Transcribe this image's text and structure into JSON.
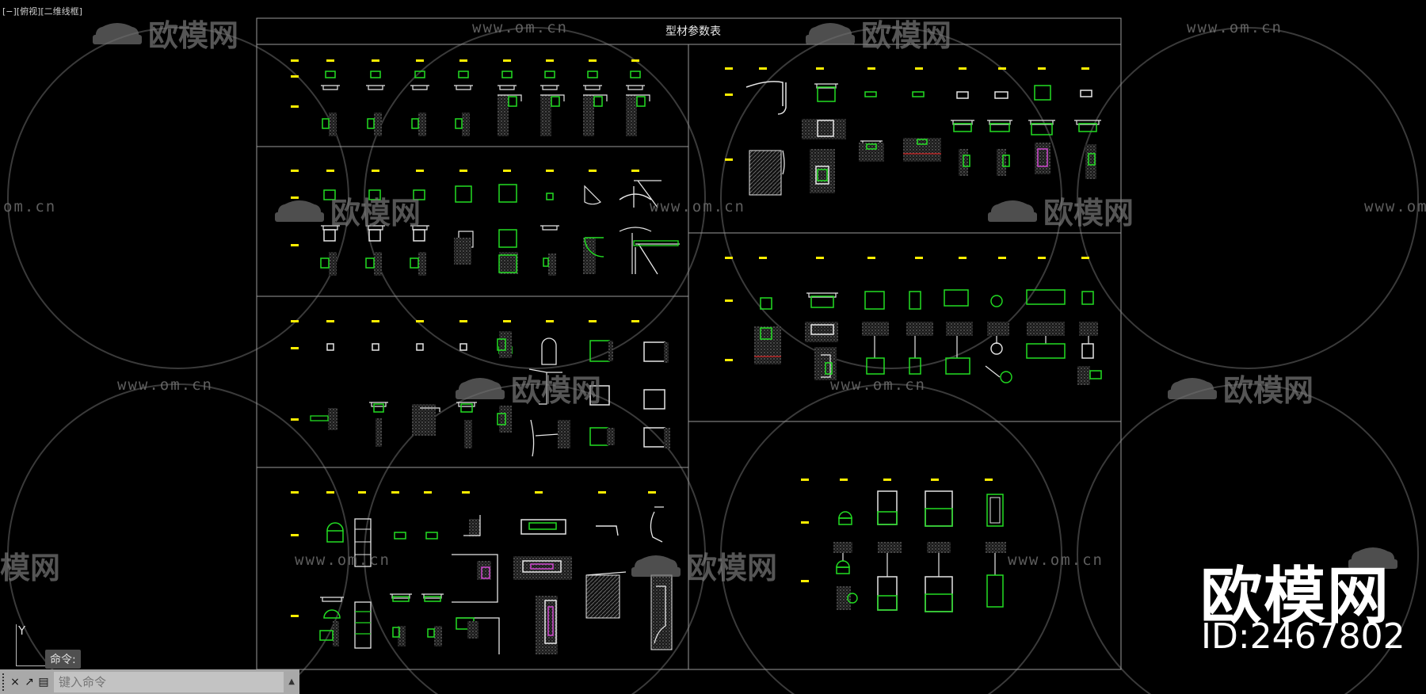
{
  "viewport": {
    "view_label": "[−][俯视][二维线框]",
    "axis_y_label": "Y",
    "table_title": "型材参数表"
  },
  "watermark": {
    "url": "www.om.cn",
    "url_partial": "om.cn",
    "logo_text": "欧模网",
    "logo_partial_left": "模网"
  },
  "brand": {
    "name": "欧模网",
    "id": "ID:2467802"
  },
  "command": {
    "history_label": "命令:",
    "placeholder": "键入命令",
    "close_glyph": "×",
    "wrench_glyph": "↗",
    "prompt_glyph": "▤",
    "dropdown_glyph": "▲"
  },
  "colors": {
    "background": "#000000",
    "line_white": "#e6e6e6",
    "line_gray": "#9a9a9a",
    "accent_green": "#22dd22",
    "accent_yellow": "#ffee00",
    "accent_magenta": "#cc44cc",
    "hatch": "#777777"
  }
}
